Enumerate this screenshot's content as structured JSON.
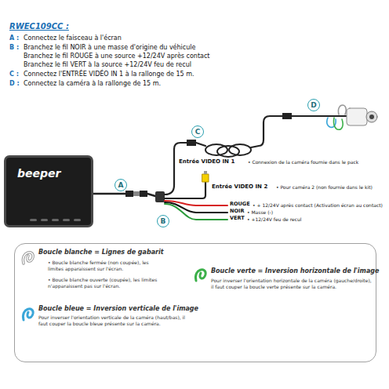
{
  "diagram": {
    "nodes": [
      {
        "text": [
          "beeper"
        ]
      },
      {
        "text": [
          "A"
        ]
      },
      {
        "text": [
          "B"
        ]
      },
      {
        "text": [
          "C"
        ]
      },
      {
        "text": [
          "D"
        ]
      },
      {
        "text": [
          "Boucle blanche = Lignes de gabarit",
          "• Boucle blanche fermée (non coupée), les limites apparaissent sur l'écran.",
          "• Boucle blanche ouverte (coupée), les limites n'apparaissent pas sur l'écran.",
          "Boucle bleue = Inversion verticale de l'image",
          "Pour inverser l'orientation verticale de la caméra (haut/bas), il faut couper la boucle bleue présente sur la caméra.",
          "Boucle verte = Inversion horizontale de l'image",
          "Pour inverser l'orientation horizontale de la caméra (gauche/droite), il faut couper la boucle verte présente sur la caméra."
        ]
      }
    ],
    "labels": [
      "RWEC109CC :",
      "A :",
      "Connectez le faisceau à l'écran",
      "B :",
      "Branchez le fil NOIR à une masse d'origine du véhicule",
      "Branchez le fil ROUGE à une source +12/24V après contact",
      "Branchez le fil VERT à la source +12/24V feu de recul",
      "C :",
      "Connectez l'ENTRÉE VIDÉO IN 1 à la rallonge de 15 m.",
      "D :",
      "Connectez la caméra à la rallonge de 15 m.",
      "Entrée VIDEO IN 1",
      "• Connexion de la caméra fournie dans le pack",
      "Entrée VIDEO IN 2",
      "• Pour caméra 2 (non fournie dans le kit)",
      "ROUGE",
      "• + 12/24V après contact (Activation écran au contact)",
      "NOIR",
      "• Masse (-)",
      "VERT",
      "• +12/24V feu de recul"
    ]
  }
}
